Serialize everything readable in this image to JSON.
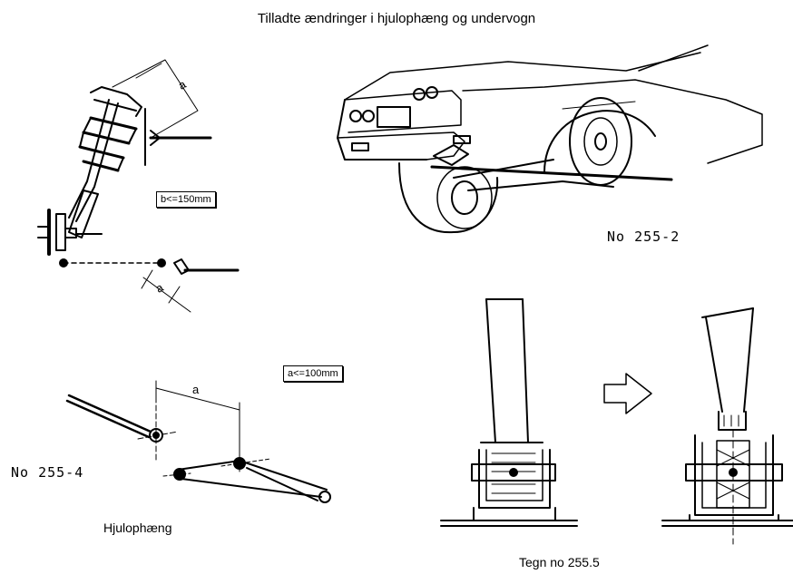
{
  "title": "Tilladte ændringer i hjulophæng og undervogn",
  "figures": {
    "fig_2552_label": "No 255-2",
    "fig_2554_label": "No 255-4",
    "suspension_caption": "Hjulophæng",
    "fig_2555_caption": "Tegn no 255.5"
  },
  "limits": {
    "b_limit": "b<=150mm",
    "a_limit": "a<=100mm"
  },
  "dimension_letters": {
    "a_upper": "a",
    "a_lower_left": "a",
    "a_arm": "a"
  },
  "icons": {
    "arrow": "right-arrow-icon"
  }
}
